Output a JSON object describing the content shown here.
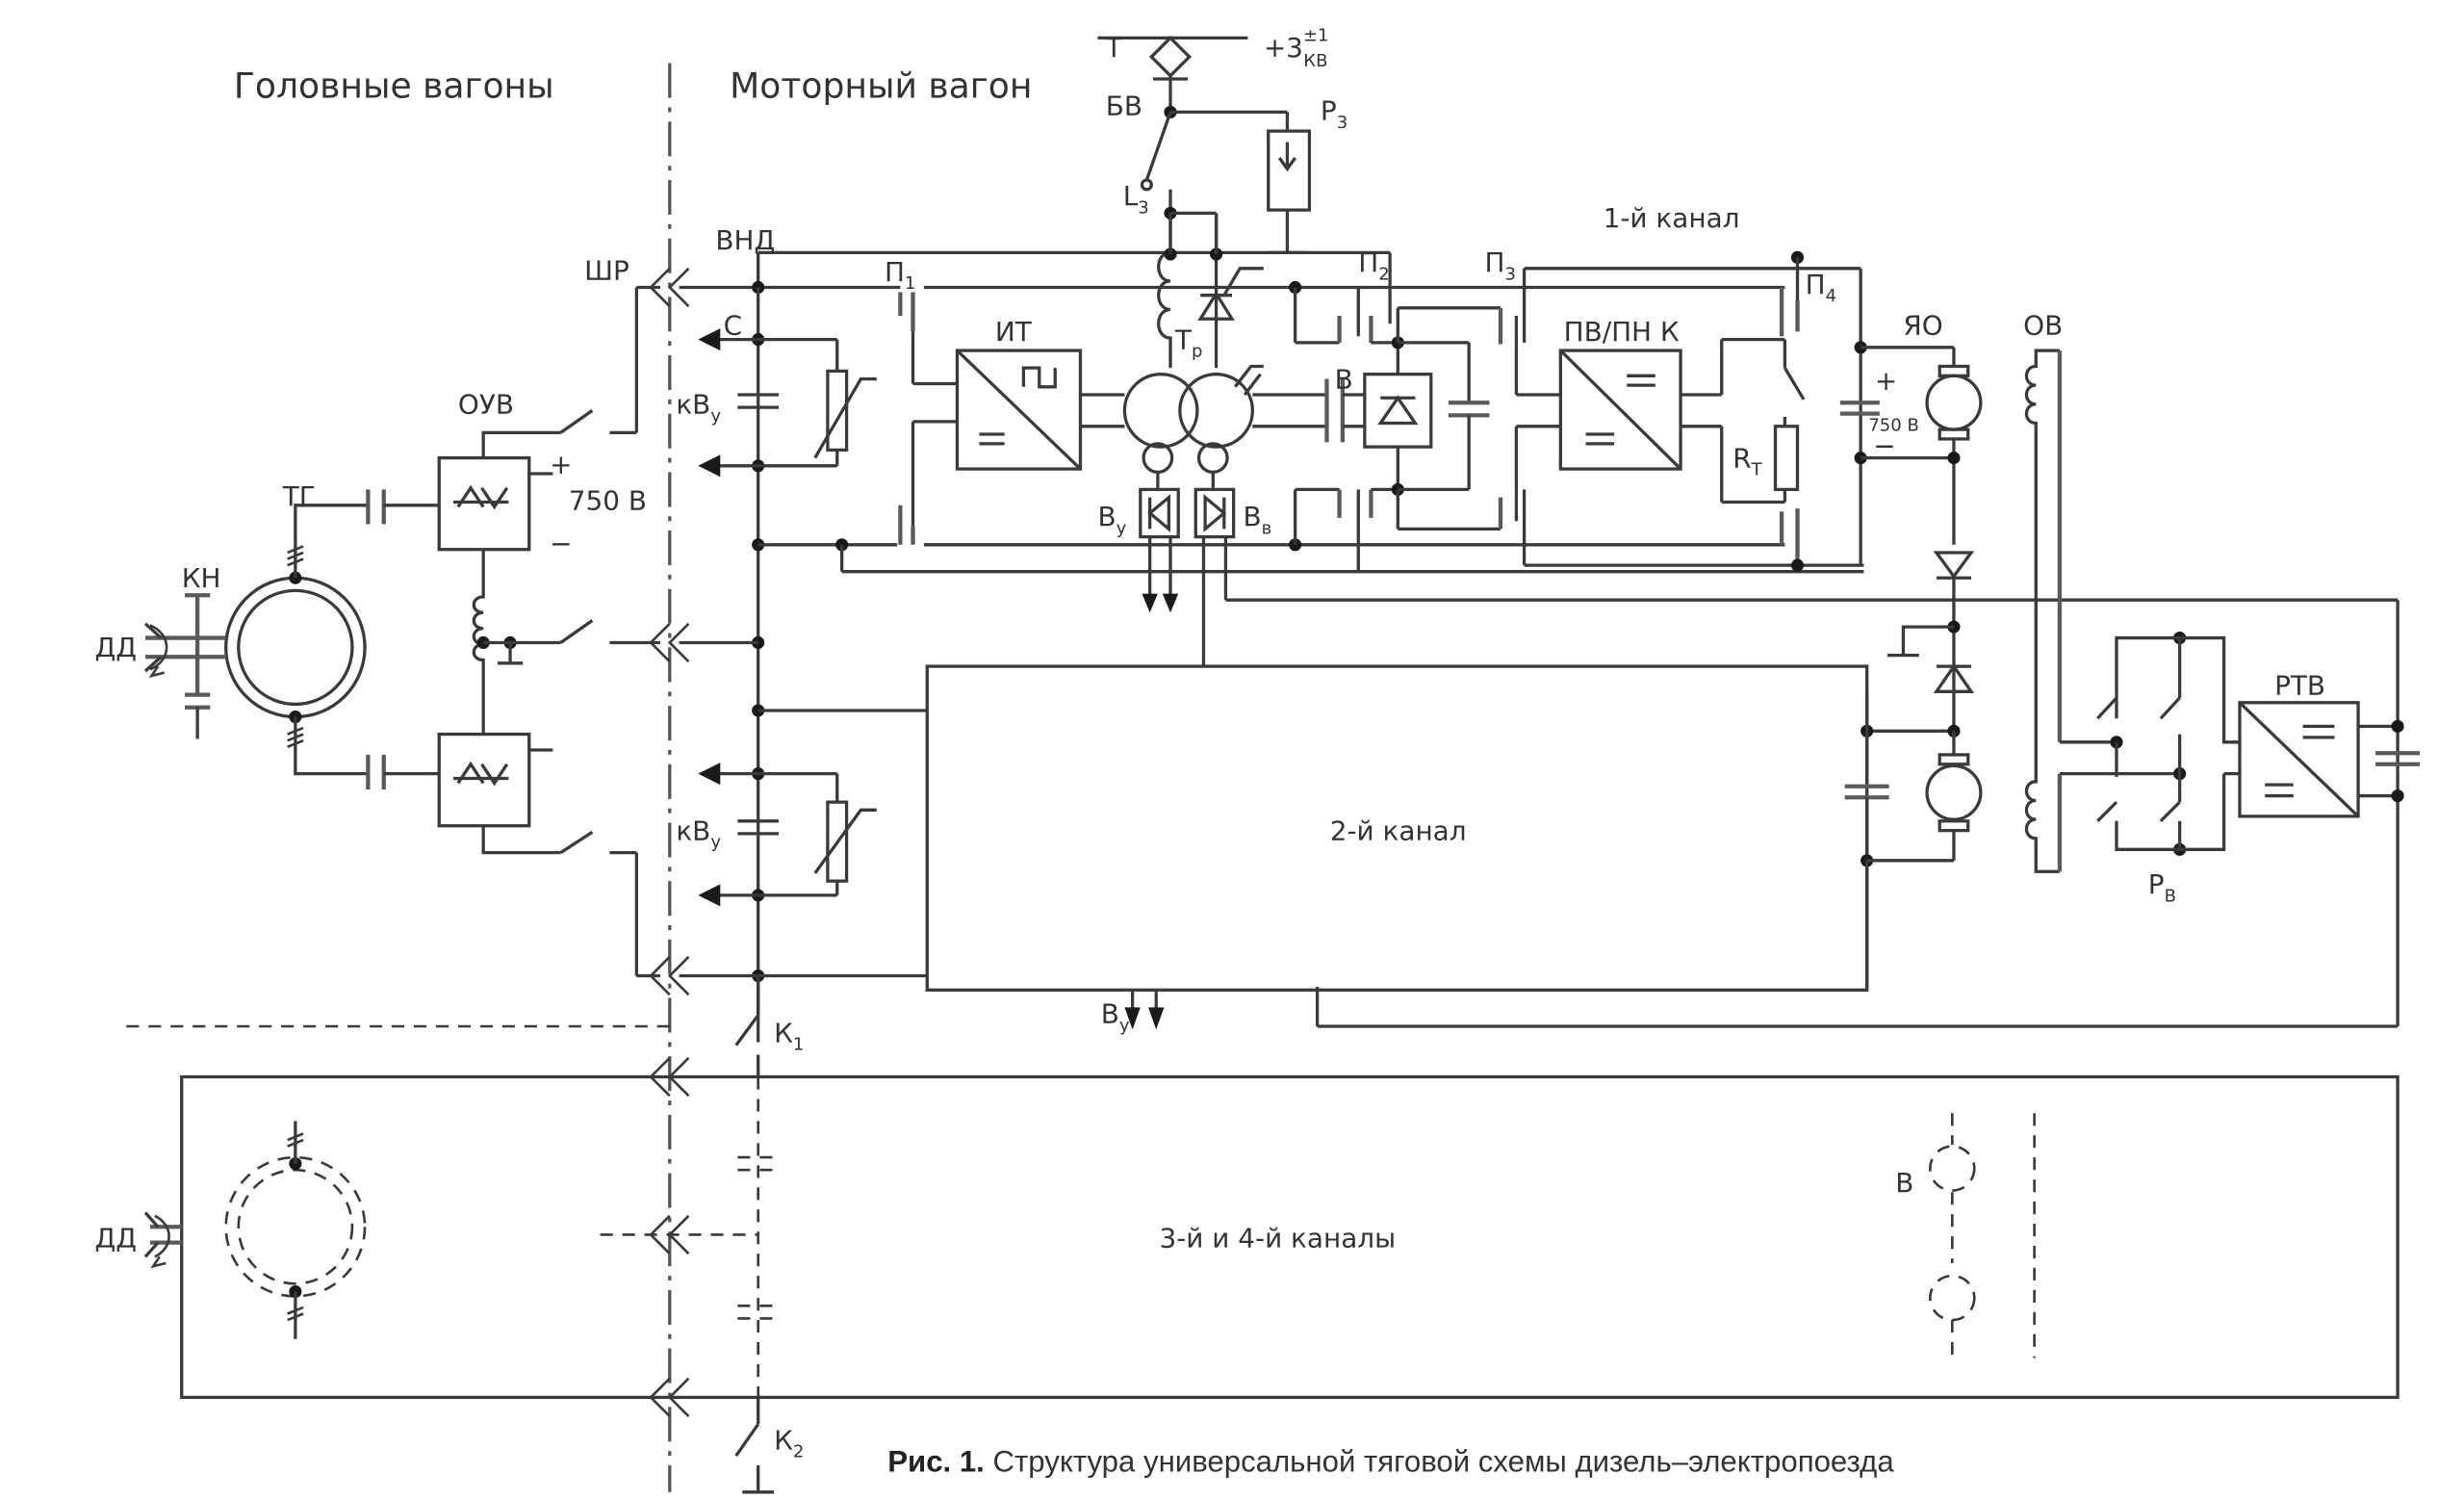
{
  "headers": {
    "head_cars": "Головные вагоны",
    "motor_car": "Моторный вагон"
  },
  "labels": {
    "T": "Т",
    "supply_main": "+3",
    "supply_sup": "±1",
    "supply_sub": "КВ",
    "BV": "БВ",
    "R3_main": "Р",
    "R3_sub": "3",
    "L3_main": "L",
    "L3_sub": "3",
    "channel1": "1-й канал",
    "channel2": "2-й канал",
    "channel34": "3-й и 4-й каналы",
    "VND": "ВНД",
    "SHR": "ШР",
    "P1_main": "П",
    "P1_sub": "1",
    "P2_main": "П",
    "P2_sub": "2",
    "P3_main": "П",
    "P3_sub": "3",
    "P4_main": "П",
    "P4_sub": "4",
    "C": "С",
    "IT": "ИТ",
    "Tr_main": "Т",
    "Tr_sub": "р",
    "B": "В",
    "PV_PN_K": "ПВ/ПН  К",
    "YAO": "ЯО",
    "OV": "ОВ",
    "plus": "+",
    "minus": "−",
    "v750": "750 В",
    "v750_small": "750 В",
    "RT_main": "R",
    "RT_sub": "Т",
    "OUV": "ОУВ",
    "TG": "ТГ",
    "KN": "КН",
    "DD": "ДД",
    "kVy_main": "кВ",
    "kVy_sub": "у",
    "Vy_main": "В",
    "Vy_sub": "у",
    "Vv_main": "В",
    "Vv_sub": "в",
    "RTV": "РТВ",
    "Rv_main": "Р",
    "Rv_sub": "В",
    "K1_main": "К",
    "K1_sub": "1",
    "K2_main": "К",
    "K2_sub": "2",
    "B_lower": "В"
  },
  "caption": {
    "prefix": "Рис.  1.",
    "text": " Структура универсальной тяговой схемы дизель–электропоезда"
  }
}
